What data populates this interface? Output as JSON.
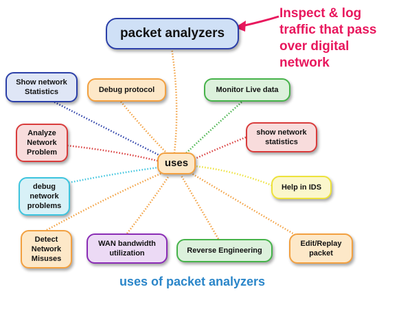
{
  "title": "packet analyzers",
  "hub": "uses",
  "callout": "Inspect & log\ntraffic that pass\nover digital\nnetwork",
  "caption": "uses of packet analyzers",
  "nodes": {
    "show_network_statistics_left": {
      "label": "Show network\nStatistics",
      "color": "#2b3fa8"
    },
    "debug_protocol": {
      "label": "Debug protocol",
      "color": "#f2a040"
    },
    "monitor_live_data": {
      "label": "Monitor Live data",
      "color": "#46b34a"
    },
    "analyze_network_problem": {
      "label": "Analyze\nNetwork\nProblem",
      "color": "#d93b3b"
    },
    "show_network_statistics_right": {
      "label": "show network\nstatistics",
      "color": "#d93b3b"
    },
    "debug_network_problems": {
      "label": "debug\nnetwork\nproblems",
      "color": "#3cc4de"
    },
    "help_in_ids": {
      "label": "Help in IDS",
      "color": "#ede23a"
    },
    "detect_network_misuses": {
      "label": "Detect\nNetwork\nMisuses",
      "color": "#f2a040"
    },
    "wan_bandwidth_utilization": {
      "label": "WAN bandwidth\nutilization",
      "color": "#8a2cb5"
    },
    "reverse_engineering": {
      "label": "Reverse Engineering",
      "color": "#46b34a"
    },
    "edit_replay_packet": {
      "label": "Edit/Replay\npacket",
      "color": "#f2a040"
    }
  },
  "colors": {
    "title_border": "#2b3fa8",
    "title_fill": "#cfe0f6",
    "hub_border": "#f2a040",
    "hub_fill": "#fde8c8",
    "callout_text": "#e8175d",
    "caption_text": "#2b86c9"
  }
}
